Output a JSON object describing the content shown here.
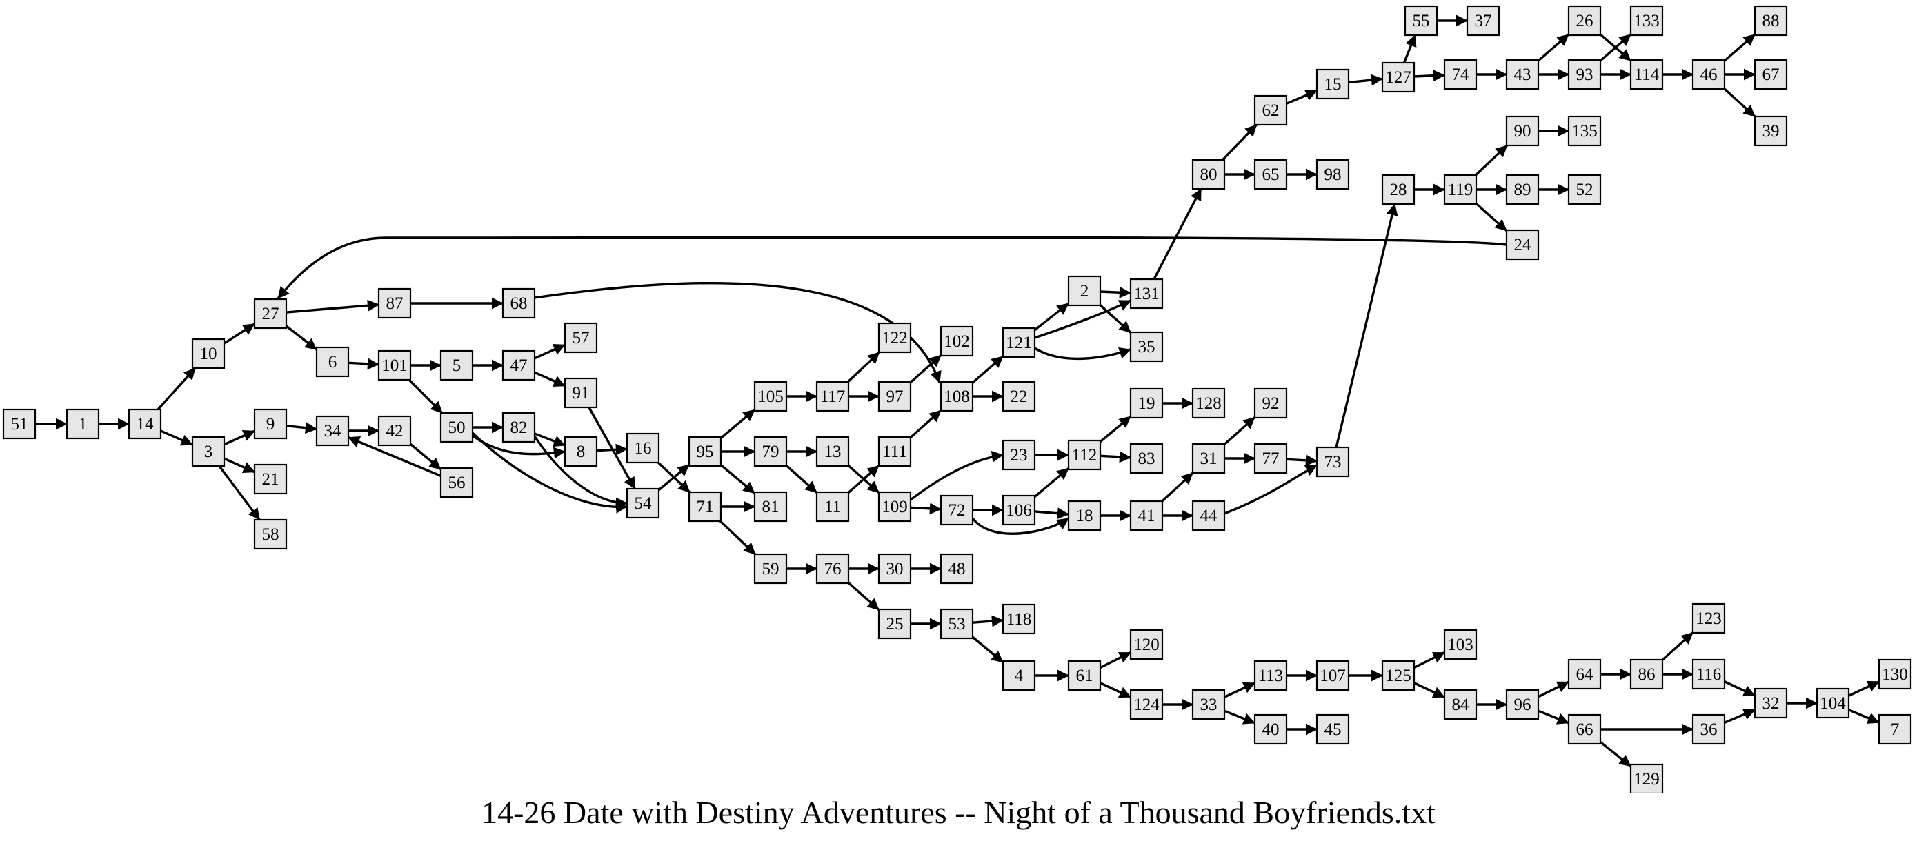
{
  "caption": "14-26 Date with Destiny Adventures -- Night of a Thousand Boyfriends.txt",
  "colors": {
    "node_fill": "#e6e6e6",
    "node_stroke": "#000000",
    "edge": "#000000",
    "text": "#000000",
    "background": "#ffffff"
  },
  "nodes": [
    "51",
    "1",
    "14",
    "10",
    "3",
    "27",
    "9",
    "21",
    "58",
    "87",
    "6",
    "34",
    "42",
    "56",
    "68",
    "101",
    "5",
    "50",
    "47",
    "82",
    "57",
    "91",
    "8",
    "16",
    "54",
    "95",
    "71",
    "105",
    "79",
    "81",
    "59",
    "117",
    "13",
    "11",
    "76",
    "122",
    "97",
    "111",
    "109",
    "30",
    "25",
    "102",
    "108",
    "72",
    "23",
    "53",
    "48",
    "121",
    "22",
    "106",
    "112",
    "18",
    "118",
    "4",
    "2",
    "35",
    "131",
    "19",
    "83",
    "41",
    "61",
    "120",
    "124",
    "80",
    "128",
    "31",
    "44",
    "92",
    "77",
    "73",
    "33",
    "62",
    "65",
    "113",
    "40",
    "15",
    "98",
    "28",
    "107",
    "45",
    "127",
    "119",
    "125",
    "55",
    "74",
    "90",
    "89",
    "24",
    "103",
    "84",
    "37",
    "43",
    "135",
    "52",
    "96",
    "26",
    "93",
    "64",
    "66",
    "133",
    "114",
    "86",
    "36",
    "46",
    "123",
    "116",
    "129",
    "32",
    "88",
    "67",
    "39",
    "104",
    "130",
    "7"
  ],
  "edges": [
    [
      "51",
      "1"
    ],
    [
      "1",
      "14"
    ],
    [
      "14",
      "10"
    ],
    [
      "14",
      "3"
    ],
    [
      "10",
      "27"
    ],
    [
      "3",
      "9"
    ],
    [
      "3",
      "21"
    ],
    [
      "3",
      "58"
    ],
    [
      "27",
      "87"
    ],
    [
      "27",
      "6"
    ],
    [
      "9",
      "34"
    ],
    [
      "34",
      "42"
    ],
    [
      "42",
      "56"
    ],
    [
      "56",
      "34"
    ],
    [
      "87",
      "68"
    ],
    [
      "68",
      "108"
    ],
    [
      "6",
      "101"
    ],
    [
      "101",
      "5"
    ],
    [
      "101",
      "50"
    ],
    [
      "5",
      "47"
    ],
    [
      "47",
      "57"
    ],
    [
      "47",
      "91"
    ],
    [
      "91",
      "54"
    ],
    [
      "50",
      "82"
    ],
    [
      "50",
      "8"
    ],
    [
      "50",
      "54"
    ],
    [
      "82",
      "8"
    ],
    [
      "82",
      "54"
    ],
    [
      "8",
      "16"
    ],
    [
      "16",
      "71"
    ],
    [
      "54",
      "95"
    ],
    [
      "95",
      "105"
    ],
    [
      "95",
      "79"
    ],
    [
      "95",
      "81"
    ],
    [
      "71",
      "81"
    ],
    [
      "71",
      "59"
    ],
    [
      "105",
      "117"
    ],
    [
      "117",
      "122"
    ],
    [
      "117",
      "97"
    ],
    [
      "97",
      "102"
    ],
    [
      "79",
      "13"
    ],
    [
      "79",
      "11"
    ],
    [
      "13",
      "109"
    ],
    [
      "11",
      "111"
    ],
    [
      "111",
      "108"
    ],
    [
      "59",
      "76"
    ],
    [
      "76",
      "30"
    ],
    [
      "76",
      "25"
    ],
    [
      "30",
      "48"
    ],
    [
      "25",
      "53"
    ],
    [
      "53",
      "118"
    ],
    [
      "53",
      "4"
    ],
    [
      "109",
      "23"
    ],
    [
      "109",
      "72"
    ],
    [
      "72",
      "106"
    ],
    [
      "72",
      "18"
    ],
    [
      "23",
      "112"
    ],
    [
      "106",
      "112"
    ],
    [
      "106",
      "18"
    ],
    [
      "112",
      "19"
    ],
    [
      "112",
      "83"
    ],
    [
      "19",
      "128"
    ],
    [
      "18",
      "41"
    ],
    [
      "41",
      "31"
    ],
    [
      "41",
      "44"
    ],
    [
      "31",
      "92"
    ],
    [
      "31",
      "77"
    ],
    [
      "77",
      "73"
    ],
    [
      "44",
      "73"
    ],
    [
      "73",
      "28"
    ],
    [
      "108",
      "121"
    ],
    [
      "108",
      "22"
    ],
    [
      "121",
      "2"
    ],
    [
      "121",
      "131"
    ],
    [
      "121",
      "35"
    ],
    [
      "2",
      "131"
    ],
    [
      "2",
      "35"
    ],
    [
      "131",
      "80"
    ],
    [
      "80",
      "62"
    ],
    [
      "80",
      "65"
    ],
    [
      "62",
      "15"
    ],
    [
      "65",
      "98"
    ],
    [
      "15",
      "127"
    ],
    [
      "127",
      "55"
    ],
    [
      "127",
      "74"
    ],
    [
      "55",
      "37"
    ],
    [
      "74",
      "43"
    ],
    [
      "43",
      "26"
    ],
    [
      "43",
      "93"
    ],
    [
      "26",
      "114"
    ],
    [
      "93",
      "133"
    ],
    [
      "93",
      "114"
    ],
    [
      "114",
      "46"
    ],
    [
      "46",
      "88"
    ],
    [
      "46",
      "67"
    ],
    [
      "46",
      "39"
    ],
    [
      "28",
      "119"
    ],
    [
      "119",
      "90"
    ],
    [
      "119",
      "89"
    ],
    [
      "119",
      "24"
    ],
    [
      "90",
      "135"
    ],
    [
      "89",
      "52"
    ],
    [
      "24",
      "27"
    ],
    [
      "4",
      "61"
    ],
    [
      "61",
      "120"
    ],
    [
      "61",
      "124"
    ],
    [
      "124",
      "33"
    ],
    [
      "33",
      "113"
    ],
    [
      "33",
      "40"
    ],
    [
      "40",
      "45"
    ],
    [
      "113",
      "107"
    ],
    [
      "107",
      "125"
    ],
    [
      "125",
      "103"
    ],
    [
      "125",
      "84"
    ],
    [
      "84",
      "96"
    ],
    [
      "96",
      "64"
    ],
    [
      "96",
      "66"
    ],
    [
      "64",
      "86"
    ],
    [
      "86",
      "123"
    ],
    [
      "86",
      "116"
    ],
    [
      "116",
      "32"
    ],
    [
      "66",
      "36"
    ],
    [
      "66",
      "129"
    ],
    [
      "36",
      "32"
    ],
    [
      "32",
      "104"
    ],
    [
      "104",
      "130"
    ],
    [
      "104",
      "7"
    ]
  ]
}
